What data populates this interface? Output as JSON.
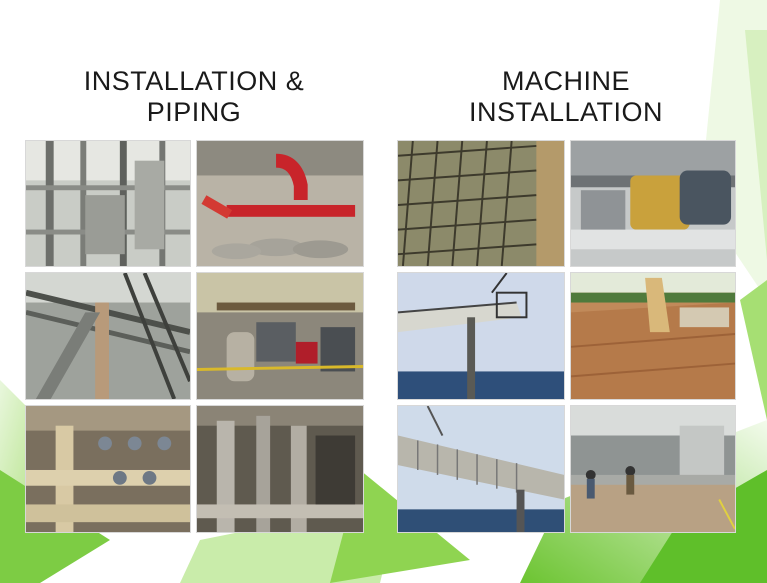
{
  "sections": [
    {
      "title_lines": [
        "INSTALLATION &",
        "PIPING"
      ],
      "photos": [
        {
          "name": "steel-frame-piping-structure-photo"
        },
        {
          "name": "red-pipe-fabrication-photo"
        },
        {
          "name": "overhead-pipe-rack-stairs-photo"
        },
        {
          "name": "plant-floor-equipment-photo"
        },
        {
          "name": "insulated-pipes-valves-photo"
        },
        {
          "name": "insulated-tank-piping-photo"
        }
      ]
    },
    {
      "title_lines": [
        "MACHINE",
        "INSTALLATION"
      ],
      "photos": [
        {
          "name": "rebar-mesh-foundation-photo"
        },
        {
          "name": "motor-conveyor-drive-photo"
        },
        {
          "name": "conveyor-gantry-sky-photo"
        },
        {
          "name": "rusty-roof-conveyor-photo"
        },
        {
          "name": "elevated-conveyor-tube-photo"
        },
        {
          "name": "concrete-pour-workers-photo"
        }
      ]
    }
  ],
  "colors": {
    "accent_green": "#5fbf2a",
    "light_green": "#bfe79a",
    "heading_text": "#1a1a1a"
  }
}
